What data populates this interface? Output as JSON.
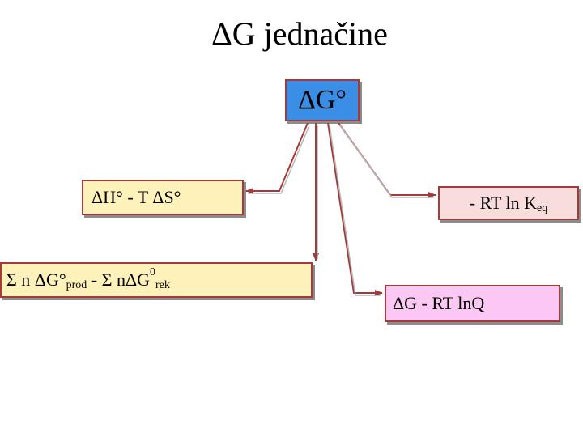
{
  "title": "ΔG jednačine",
  "center_node": {
    "label": "ΔG°"
  },
  "nodes": {
    "enthalpy": {
      "label": "ΔH° - T ΔS°"
    },
    "keq": {
      "label": "- RT ln K",
      "subscript": "eq"
    },
    "sum": {
      "part1": "Σ n ΔG°",
      "sub1": "prod",
      "part2": " - Σ nΔG",
      "sup2": "0",
      "sub2": "rek"
    },
    "reaction_quotient": {
      "label": "ΔG - RT ln​Q"
    }
  },
  "colors": {
    "center_fill": "#3a8ee6",
    "yellow_fill": "#fff1ba",
    "pink_fill": "#f9dcdc",
    "magenta_fill": "#fac8f2",
    "border": "#a53a3a",
    "arrow": "#a53a3a"
  }
}
